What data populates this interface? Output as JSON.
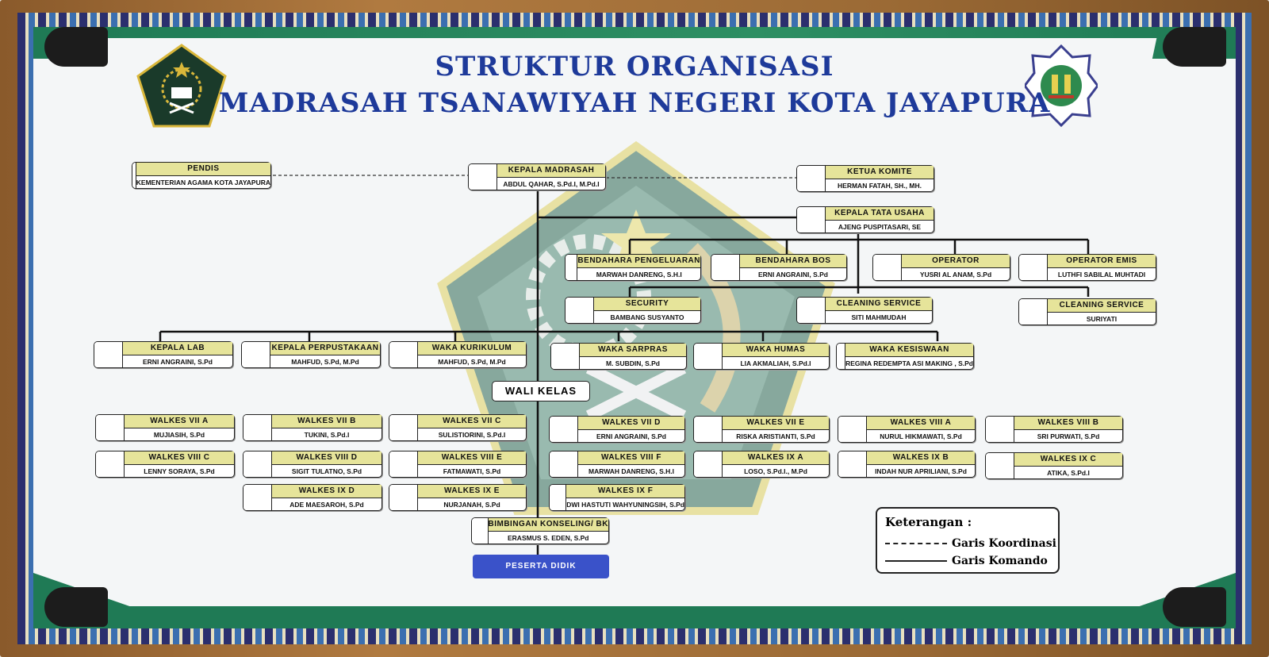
{
  "title_line1": "STRUKTUR ORGANISASI",
  "title_line2": "MADRASAH TSANAWIYAH NEGERI KOTA JAYAPURA",
  "wali_kelas": "WALI KELAS",
  "peserta_didik": "PESERTA DIDIK",
  "legend": {
    "heading": "Keterangan :",
    "koordinasi": "Garis Koordinasi",
    "komando": "Garis Komando"
  },
  "colors": {
    "title": "#1e3a9a",
    "role_fill": "#e6e49a",
    "green_band": "#1f7a55",
    "peserta": "#3a52c9"
  },
  "boxes": [
    {
      "role": "PENDIS",
      "name": "KEMENTERIAN AGAMA KOTA JAYAPURA"
    },
    {
      "role": "KEPALA MADRASAH",
      "name": "ABDUL QAHAR, S.Pd.I, M.Pd.I"
    },
    {
      "role": "KETUA KOMITE",
      "name": "HERMAN FATAH, SH., MH."
    },
    {
      "role": "KEPALA TATA USAHA",
      "name": "AJENG PUSPITASARI, SE"
    },
    {
      "role": "BENDAHARA PENGELUARAN",
      "name": "MARWAH DANRENG, S.H.I"
    },
    {
      "role": "BENDAHARA BOS",
      "name": "ERNI ANGRAINI, S.Pd"
    },
    {
      "role": "OPERATOR",
      "name": "YUSRI AL ANAM, S.Pd"
    },
    {
      "role": "OPERATOR EMIS",
      "name": "LUTHFI SABILAL MUHTADI"
    },
    {
      "role": "SECURITY",
      "name": "BAMBANG SUSYANTO"
    },
    {
      "role": "CLEANING SERVICE",
      "name": "SITI MAHMUDAH"
    },
    {
      "role": "CLEANING SERVICE",
      "name": "SURIYATI"
    },
    {
      "role": "KEPALA LAB",
      "name": "ERNI ANGRAINI, S.Pd"
    },
    {
      "role": "KEPALA PERPUSTAKAAN",
      "name": "MAHFUD, S.Pd, M.Pd"
    },
    {
      "role": "WAKA KURIKULUM",
      "name": "MAHFUD, S.Pd, M.Pd"
    },
    {
      "role": "WAKA SARPRAS",
      "name": "M. SUBDIN, S.Pd"
    },
    {
      "role": "WAKA HUMAS",
      "name": "LIA AKMALIAH, S.Pd.I"
    },
    {
      "role": "WAKA KESISWAAN",
      "name": "REGINA REDEMPTA ASI MAKING , S.Pd"
    },
    {
      "role": "WALKES VII A",
      "name": "MUJIASIH, S.Pd"
    },
    {
      "role": "WALKES VII B",
      "name": "TUKINI, S.Pd.I"
    },
    {
      "role": "WALKES VII C",
      "name": "SULISTIORINI, S.Pd.I"
    },
    {
      "role": "WALKES VII D",
      "name": "ERNI ANGRAINI, S.Pd"
    },
    {
      "role": "WALKES VII E",
      "name": "RISKA ARISTIANTI, S.Pd"
    },
    {
      "role": "WALKES VIII A",
      "name": "NURUL HIKMAWATI, S.Pd"
    },
    {
      "role": "WALKES VIII B",
      "name": "SRI PURWATI, S.Pd"
    },
    {
      "role": "WALKES VIII C",
      "name": "LENNY SORAYA, S.Pd"
    },
    {
      "role": "WALKES VIII D",
      "name": "SIGIT TULATNO, S.Pd"
    },
    {
      "role": "WALKES VIII E",
      "name": "FATMAWATI, S.Pd"
    },
    {
      "role": "WALKES VIII F",
      "name": "MARWAH DANRENG, S.H.I"
    },
    {
      "role": "WALKES IX A",
      "name": "LOSO, S.Pd.I., M.Pd"
    },
    {
      "role": "WALKES IX B",
      "name": "INDAH NUR APRILIANI, S.Pd"
    },
    {
      "role": "WALKES IX C",
      "name": "ATIKA, S.Pd.I"
    },
    {
      "role": "WALKES IX D",
      "name": "ADE MAESAROH, S.Pd"
    },
    {
      "role": "WALKES IX E",
      "name": "NURJANAH, S.Pd"
    },
    {
      "role": "WALKES IX F",
      "name": "DWI HASTUTI WAHYUNINGSIH, S.Pd"
    },
    {
      "role": "BIMBINGAN KONSELING/ BK",
      "name": "ERASMUS S. EDEN, S.Pd"
    }
  ]
}
